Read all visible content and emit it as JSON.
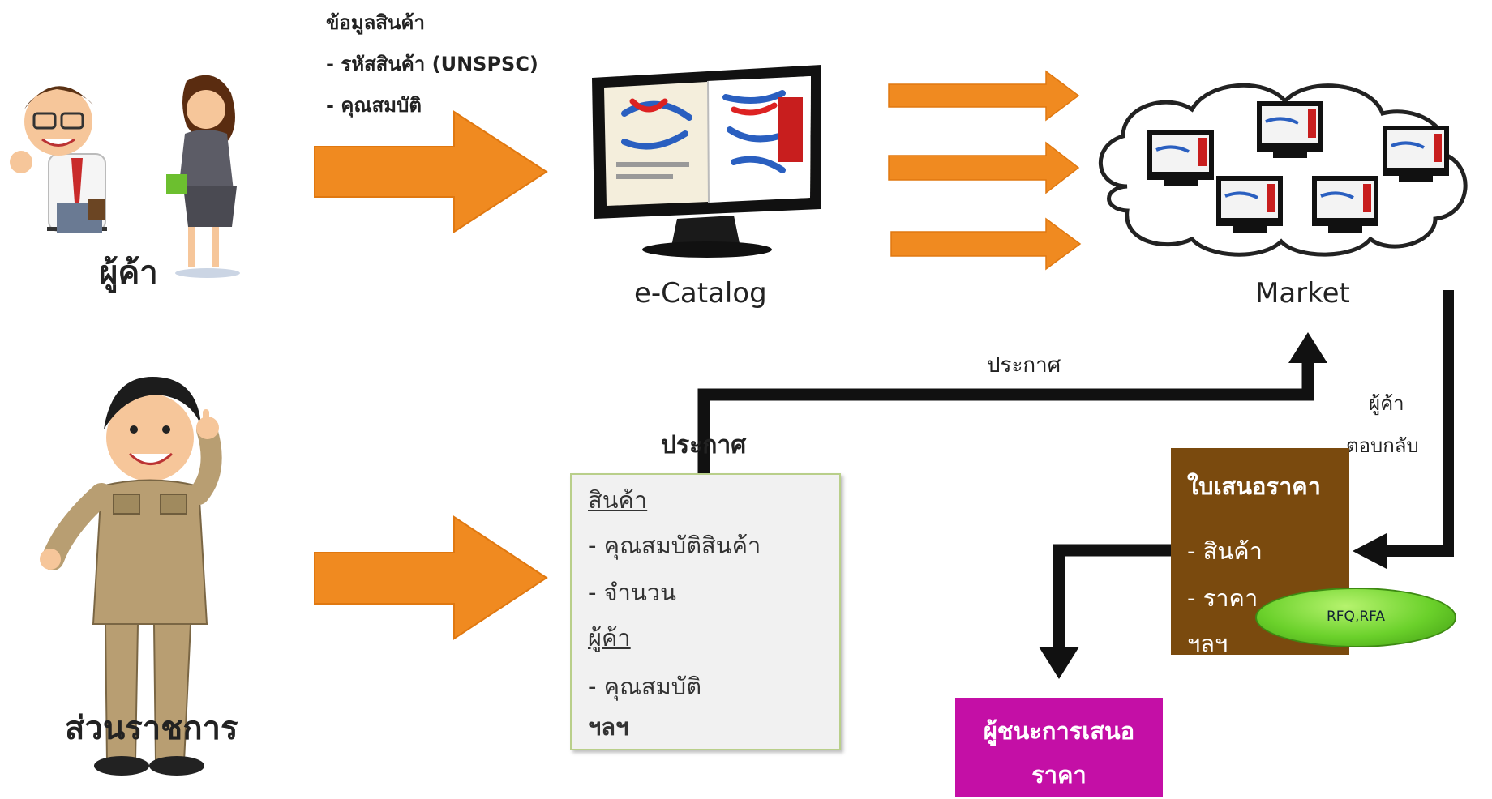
{
  "vendor_label": "ผู้ค้า",
  "product_info": {
    "title": "ข้อมูลสินค้า",
    "items": [
      "- รหัสสินค้า (UNSPSC)",
      "- คุณสมบัติ"
    ]
  },
  "ecatalog_label": "e-Catalog",
  "market_label": "Market",
  "announce_top": "ประกาศ",
  "announce_left": "ประกาศ",
  "vendor_reply": [
    "ผู้ค้า",
    "ตอบกลับ"
  ],
  "government_label": "ส่วนราชการ",
  "requirements": {
    "product_heading": "สินค้า",
    "product_items": [
      "- คุณสมบัติสินค้า",
      "- จำนวน"
    ],
    "vendor_heading": "ผู้ค้า",
    "vendor_items": [
      "- คุณสมบัติ"
    ],
    "etc": "ฯลฯ"
  },
  "quotation": {
    "title": "ใบเสนอราคา",
    "items": [
      "- สินค้า",
      "- ราคา",
      "ฯลฯ"
    ]
  },
  "rfq_label": "RFQ,RFA",
  "winner": [
    "ผู้ชนะการเสนอ",
    "ราคา"
  ],
  "colors": {
    "arrow_orange": "#f08a20",
    "flow_black": "#111111",
    "quotation_brown": "#7a4a0e",
    "winner_magenta": "#c40fa6",
    "rfq_green": "#6bd12b"
  }
}
